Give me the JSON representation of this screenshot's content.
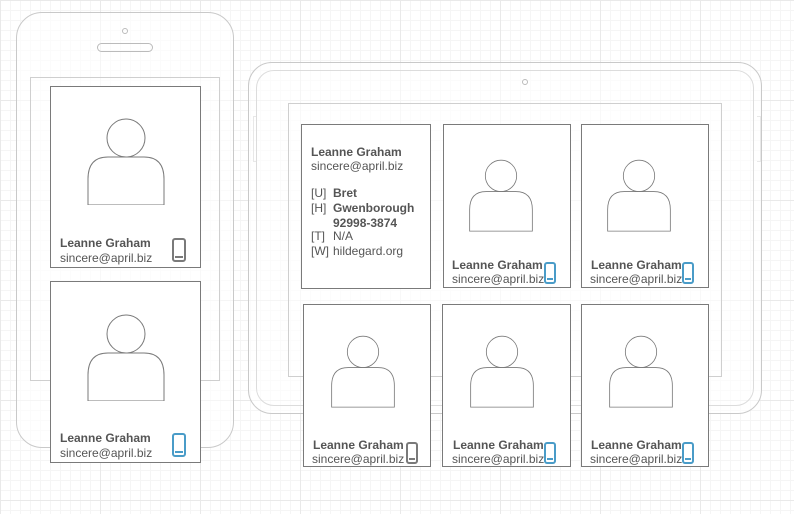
{
  "contact": {
    "name": "Leanne Graham",
    "email": "sincere@april.biz",
    "details": [
      {
        "tag": "[U]",
        "value": "Bret",
        "bold": true
      },
      {
        "tag": "[H]",
        "value": "Gwenborough",
        "bold": true
      },
      {
        "tag": "",
        "value": "92998-3874",
        "bold": true
      },
      {
        "tag": "[T]",
        "value": "N/A",
        "bold": false
      },
      {
        "tag": "[W]",
        "value": "hildegard.org",
        "bold": false
      }
    ]
  },
  "colors": {
    "icon_active": "#4a9cc8",
    "icon_inactive": "#7a7a7a",
    "card_border": "#7a7a7a",
    "device_outline": "#c9c9c9",
    "text": "#555555"
  },
  "cards": [
    {
      "icon": "phone-icon",
      "icon_state": "inactive"
    },
    {
      "icon": "phone-icon",
      "icon_state": "active"
    },
    {
      "icon": "phone-icon",
      "icon_state": "active"
    },
    {
      "icon": "phone-icon",
      "icon_state": "active"
    },
    {
      "icon": "phone-icon",
      "icon_state": "inactive"
    },
    {
      "icon": "phone-icon",
      "icon_state": "active"
    },
    {
      "icon": "phone-icon",
      "icon_state": "active"
    }
  ]
}
